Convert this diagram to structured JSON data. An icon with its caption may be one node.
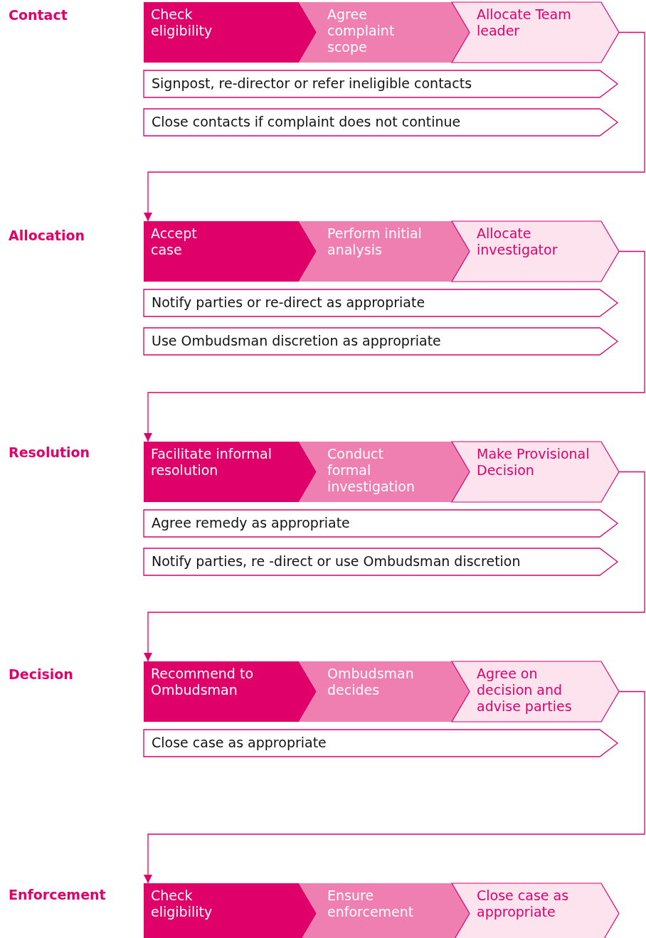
{
  "diagram": {
    "nodes": [
      {
        "text": [
          "Check eligibility"
        ]
      },
      {
        "text": [
          "Agree complaint scope"
        ]
      },
      {
        "text": [
          "Allocate Team leader"
        ]
      },
      {
        "text": [
          "Signpost, re-director or refer ineligible contacts"
        ]
      },
      {
        "text": [
          "Close contacts if complaint does not continue"
        ]
      },
      {
        "text": [
          "Accept case"
        ]
      },
      {
        "text": [
          "Perform initial analysis"
        ]
      },
      {
        "text": [
          "Allocate investigator"
        ]
      },
      {
        "text": [
          "Notify parties or re-direct as appropriate"
        ]
      },
      {
        "text": [
          "Use Ombudsman discretion as appropriate"
        ]
      },
      {
        "text": [
          "Facilitate informal resolution"
        ]
      },
      {
        "text": [
          "Conduct formal investigation"
        ]
      },
      {
        "text": [
          "Make Provisional Decision"
        ]
      },
      {
        "text": [
          "Agree remedy as appropriate"
        ]
      },
      {
        "text": [
          "Notify parties, re -direct or use Ombudsman discretion"
        ]
      },
      {
        "text": [
          "Recommend to Ombudsman"
        ]
      },
      {
        "text": [
          "Ombudsman decides"
        ]
      },
      {
        "text": [
          "Agree on decision and advise parties"
        ]
      },
      {
        "text": [
          "Close case as appropriate"
        ]
      },
      {
        "text": [
          "Check eligibility"
        ]
      },
      {
        "text": [
          "Ensure enforcement"
        ]
      },
      {
        "text": [
          "Close case as appropriate"
        ]
      }
    ],
    "edges": [
      {
        "from": 2,
        "to": 5,
        "arrow": "to"
      },
      {
        "from": 7,
        "to": 10,
        "arrow": "to"
      },
      {
        "from": 12,
        "to": 15,
        "arrow": "to"
      },
      {
        "from": 17,
        "to": 19,
        "arrow": "to"
      }
    ],
    "labels": [
      "Contact",
      "Allocation",
      "Resolution",
      "Decision",
      "Enforcement"
    ]
  }
}
